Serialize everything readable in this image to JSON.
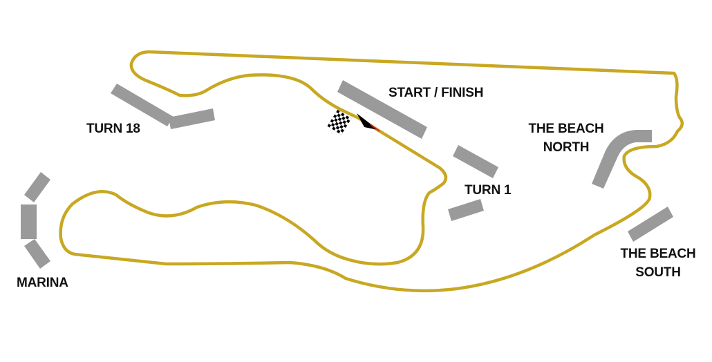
{
  "map": {
    "track_color": "#c8a822",
    "track_outline_color": "#ffffff",
    "grandstand_color": "#9a9a9a",
    "flag_color": "#000000",
    "arrow_color": "#000000",
    "arrow_stripe_color": "#d22a1e"
  },
  "labels": {
    "start_finish": "START / FINISH",
    "turn_18": "TURN 18",
    "turn_1": "TURN 1",
    "beach_north_line1": "THE BEACH",
    "beach_north_line2": "NORTH",
    "beach_south_line1": "THE BEACH",
    "beach_south_line2": "SOUTH",
    "marina": "MARINA"
  },
  "icons": {
    "start_flag": "checkered-flag-icon",
    "direction": "direction-arrow-icon"
  }
}
